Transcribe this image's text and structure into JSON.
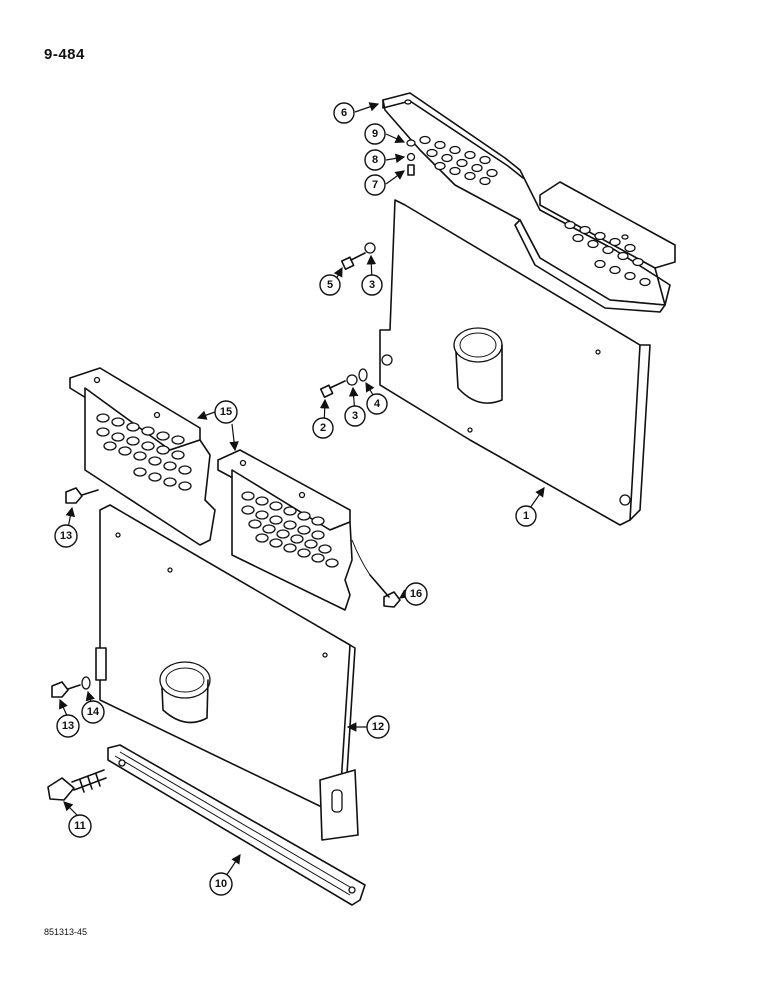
{
  "page_number": "9-484",
  "figure_code": "851313-45",
  "callouts": {
    "c1": "1",
    "c2": "2",
    "c3a": "3",
    "c3b": "3",
    "c4": "4",
    "c5": "5",
    "c6": "6",
    "c7": "7",
    "c8": "8",
    "c9": "9",
    "c10": "10",
    "c11": "11",
    "c12": "12",
    "c13a": "13",
    "c13b": "13",
    "c14": "14",
    "c15": "15",
    "c16": "16"
  }
}
